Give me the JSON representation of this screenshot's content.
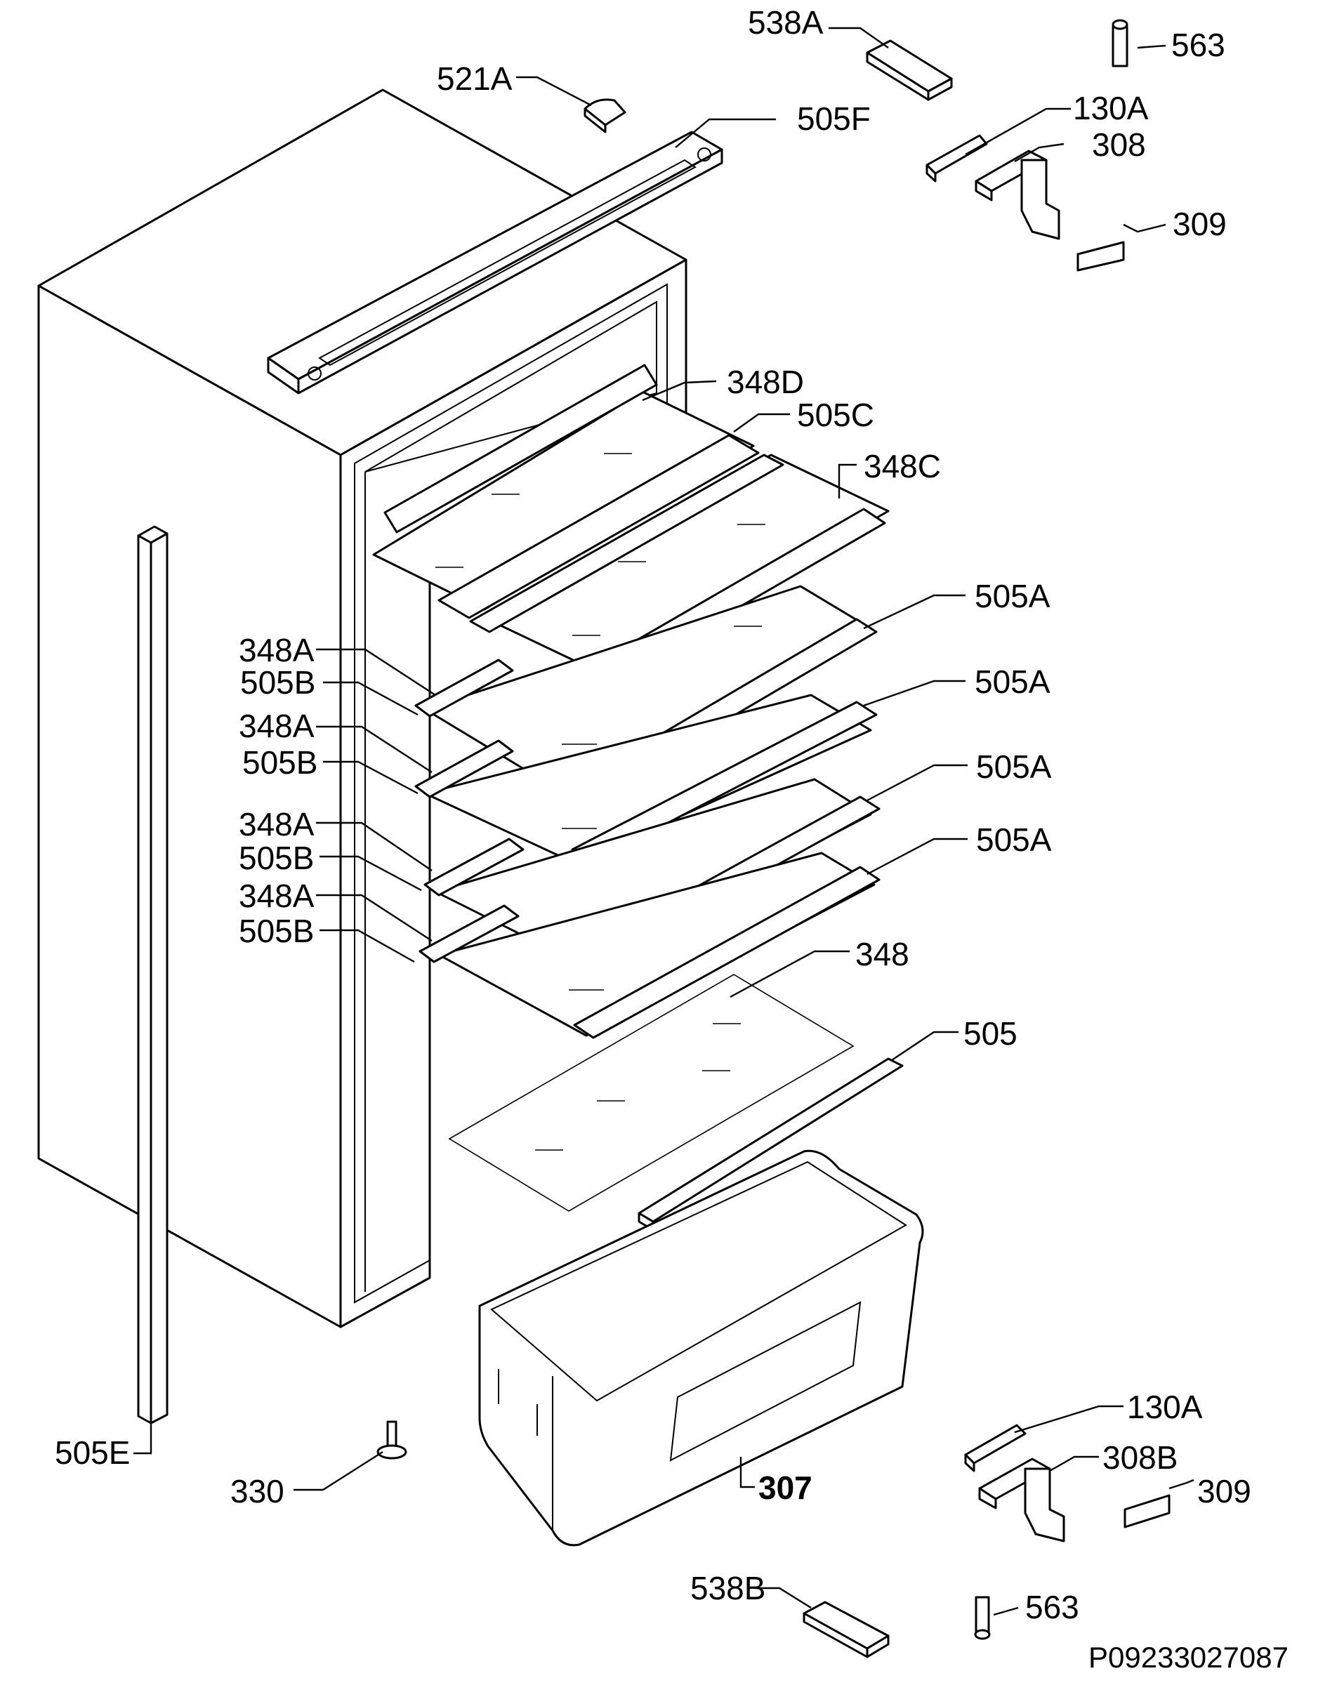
{
  "labels": {
    "l538a": "538A",
    "l563top": "563",
    "l521a": "521A",
    "l505f": "505F",
    "l130a_top": "130A",
    "l308": "308",
    "l309_top": "309",
    "l348d": "348D",
    "l505c": "505C",
    "l348c": "348C",
    "l505a_1": "505A",
    "l505a_2": "505A",
    "l505a_3": "505A",
    "l505a_4": "505A",
    "l348a_1": "348A",
    "l505b_1": "505B",
    "l348a_2": "348A",
    "l505b_2": "505B",
    "l348a_3": "348A",
    "l505b_3": "505B",
    "l348a_4": "348A",
    "l505b_4": "505B",
    "l348": "348",
    "l505": "505",
    "l505e": "505E",
    "l330": "330",
    "l307": "307",
    "l130a_bot": "130A",
    "l308b": "308B",
    "l309_bot": "309",
    "l538b": "538B",
    "l563bot": "563"
  },
  "reference_code": "P09233027087"
}
